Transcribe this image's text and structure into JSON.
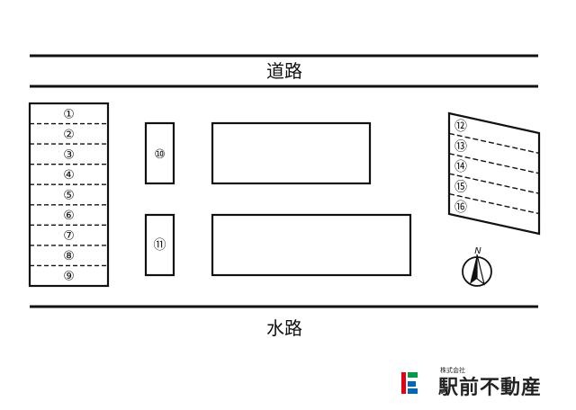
{
  "road_top_label": "道路",
  "waterway_bottom_label": "水路",
  "parking_left": [
    "①",
    "②",
    "③",
    "④",
    "⑤",
    "⑥",
    "⑦",
    "⑧",
    "⑨"
  ],
  "parking_middle": [
    "⑩",
    "⑪"
  ],
  "parking_right": [
    "⑫",
    "⑬",
    "⑭",
    "⑮",
    "⑯"
  ],
  "compass": {
    "label": "N"
  },
  "brand": {
    "company_type": "株式会社",
    "name": "駅前不動産",
    "colors": {
      "red": "#e60012",
      "green": "#009944",
      "blue": "#0068b7"
    }
  }
}
